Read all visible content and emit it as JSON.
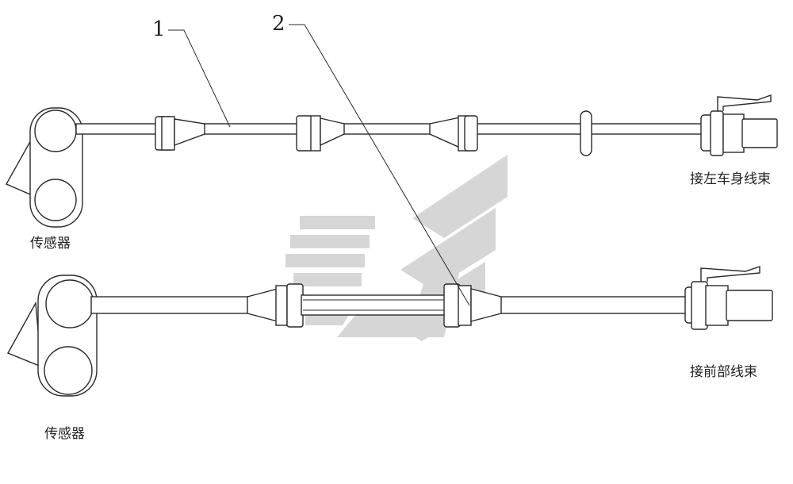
{
  "callouts": [
    "1",
    "2"
  ],
  "top_harness": {
    "sensor_label": "传感器",
    "connector_label": "接左车身线束"
  },
  "bottom_harness": {
    "sensor_label": "传感器",
    "connector_label": "接前部线束"
  }
}
